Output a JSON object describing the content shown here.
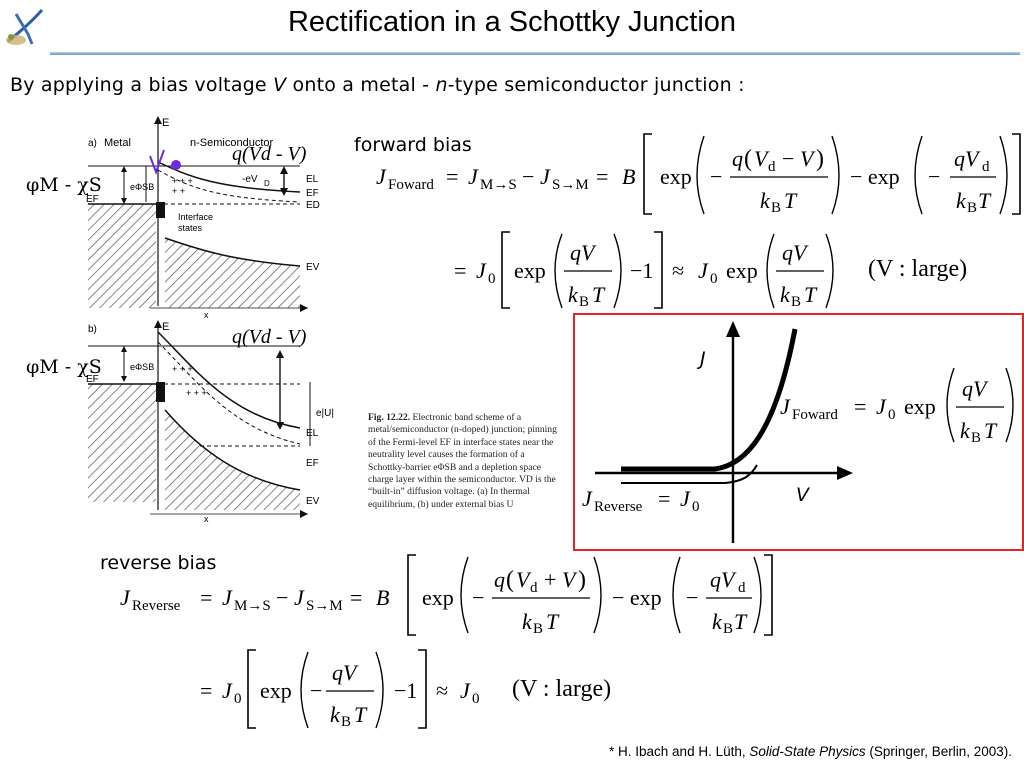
{
  "slide": {
    "title": "Rectification in a Schottky Junction",
    "intro": {
      "pre": "By applying a bias voltage ",
      "var_v": "V",
      "mid": " onto a metal - ",
      "var_n": "n",
      "post": "-type semiconductor junction :"
    },
    "forward_label": "forward bias",
    "reverse_label": "reverse bias",
    "footnote": {
      "pre": "* H. Ibach and H. Lüth, ",
      "book": "Solid-State Physics",
      "post": " (Springer, Berlin, 2003)."
    }
  },
  "figure": {
    "panel_a": {
      "tag": "a)",
      "metal": "Metal",
      "semi": "n-Semiconductor",
      "axis_e": "E",
      "axis_x": "x",
      "phi_sb": "eΦSB",
      "vd": "-eV",
      "vd_sub": "D",
      "ef_left": "EF",
      "ec": "EL",
      "ed": "ED",
      "ef": "EF",
      "ev": "EV",
      "interface": "Interface",
      "interface2": "states",
      "q_label": "q(Vd - V)",
      "phi_label": "φM - χS"
    },
    "panel_b": {
      "tag": "b)",
      "axis_e": "E",
      "axis_x": "x",
      "phi_sb": "eΦSB",
      "ef_left": "EF",
      "eu": "e|U|",
      "ec": "EL",
      "ef": "EF",
      "ev": "EV",
      "q_label": "q(Vd - V)",
      "phi_label": "φM - χS"
    },
    "caption": {
      "fig": "Fig. 12.22.",
      "text": " Electronic band scheme of a metal/semiconductor (n-doped) junction; pinning of the Fermi-level EF in interface states near the neutrality level causes the formation of a Schottky-barrier eΦSB and a depletion space charge layer within the semiconductor. VD is the “built-in” diffusion voltage. (a) In thermal equilibrium, (b) under external bias U"
    }
  },
  "graph": {
    "y_label": "J",
    "x_label": "V",
    "forward_eq": "J_Foward = J_0 exp(qV / k_B T)",
    "reverse_eq": "J_Reverse = J_0"
  },
  "equations": {
    "forward_1": "J_Foward = J_M→S − J_S→M = B[exp(−q(V_d − V)/k_B T) − exp(−qV_d/k_B T)]",
    "forward_2": "= J_0[exp(qV/k_B T) − 1] ≈ J_0 exp(qV/k_B T)",
    "forward_cond": "(V : large)",
    "reverse_1": "J_Reverse = J_M→S − J_S→M = B[exp(−q(V_d + V)/k_B T) − exp(−qV_d/k_B T)]",
    "reverse_2": "= J_0[exp(−qV/k_B T) − 1] ≈ J_0",
    "reverse_cond": "(V : large)"
  },
  "colors": {
    "accent_rule": "#6f97c8",
    "box_border": "#e0262d",
    "purple_marker": "#6b2bd9"
  }
}
